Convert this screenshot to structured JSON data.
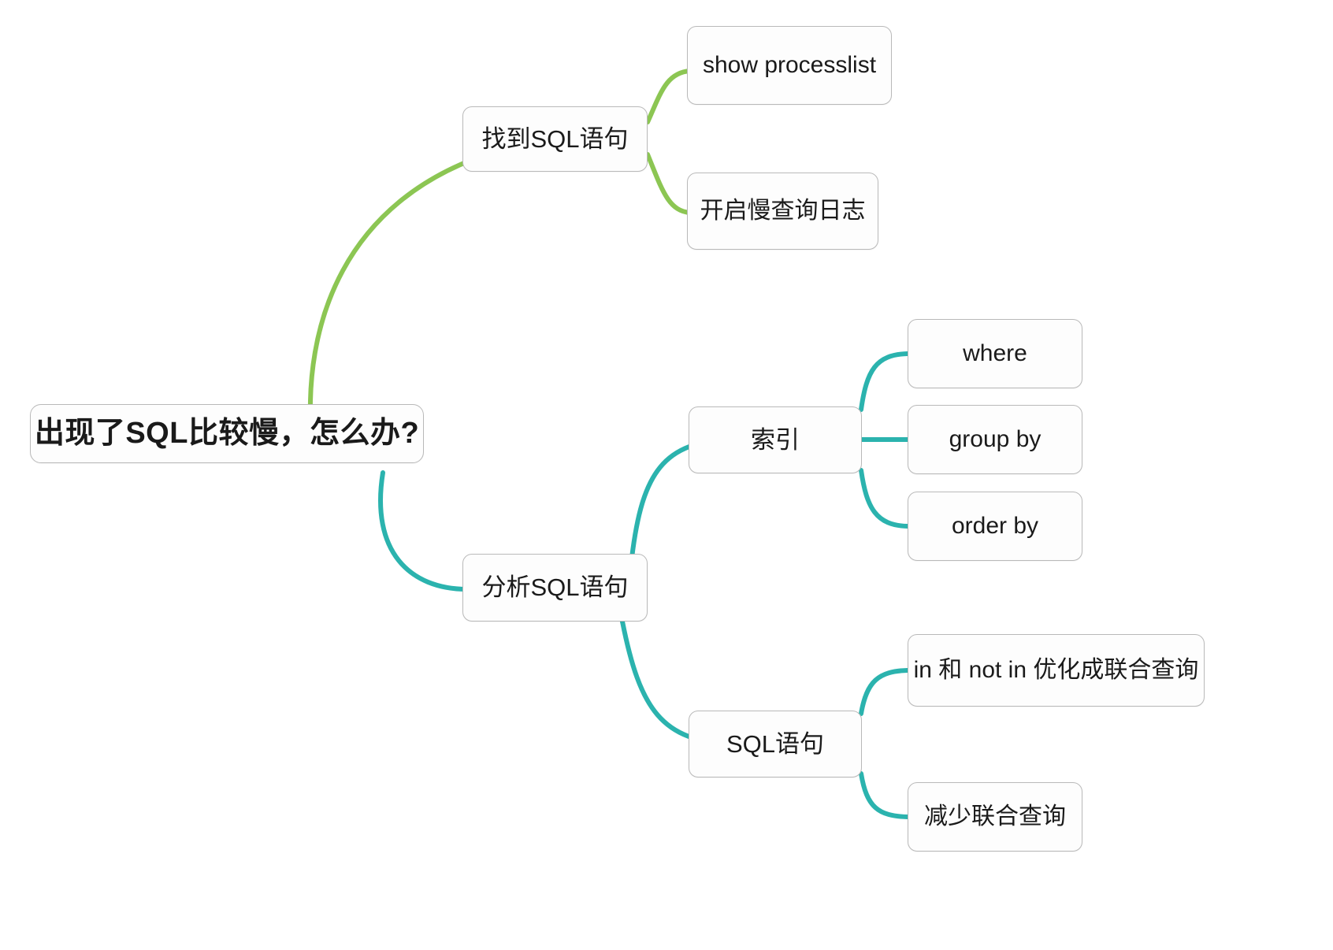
{
  "diagram": {
    "type": "mindmap",
    "title": "出现了SQL比较慢，怎么办?",
    "background_color": "#ffffff",
    "node_border_color": "#b9b9b9",
    "node_fill_color": "#fdfdfd",
    "branch_colors": {
      "green": "#8cc653",
      "teal": "#2bb3ae"
    }
  },
  "root": {
    "label": "出现了SQL比较慢，怎么办?"
  },
  "branches": [
    {
      "id": "find-sql",
      "label": "找到SQL语句",
      "color": "#8cc653",
      "children": [
        {
          "id": "show-processlist",
          "label": "show processlist"
        },
        {
          "id": "slow-query-log",
          "label": "开启慢查询日志"
        }
      ]
    },
    {
      "id": "analyze-sql",
      "label": "分析SQL语句",
      "color": "#2bb3ae",
      "children": [
        {
          "id": "index",
          "label": "索引",
          "children": [
            {
              "id": "where",
              "label": "where"
            },
            {
              "id": "group-by",
              "label": "group by"
            },
            {
              "id": "order-by",
              "label": "order by"
            }
          ]
        },
        {
          "id": "sql-statement",
          "label": "SQL语句",
          "children": [
            {
              "id": "in-not-in",
              "label": "in 和 not in 优化成联合查询"
            },
            {
              "id": "reduce-join",
              "label": "减少联合查询"
            }
          ]
        }
      ]
    }
  ]
}
